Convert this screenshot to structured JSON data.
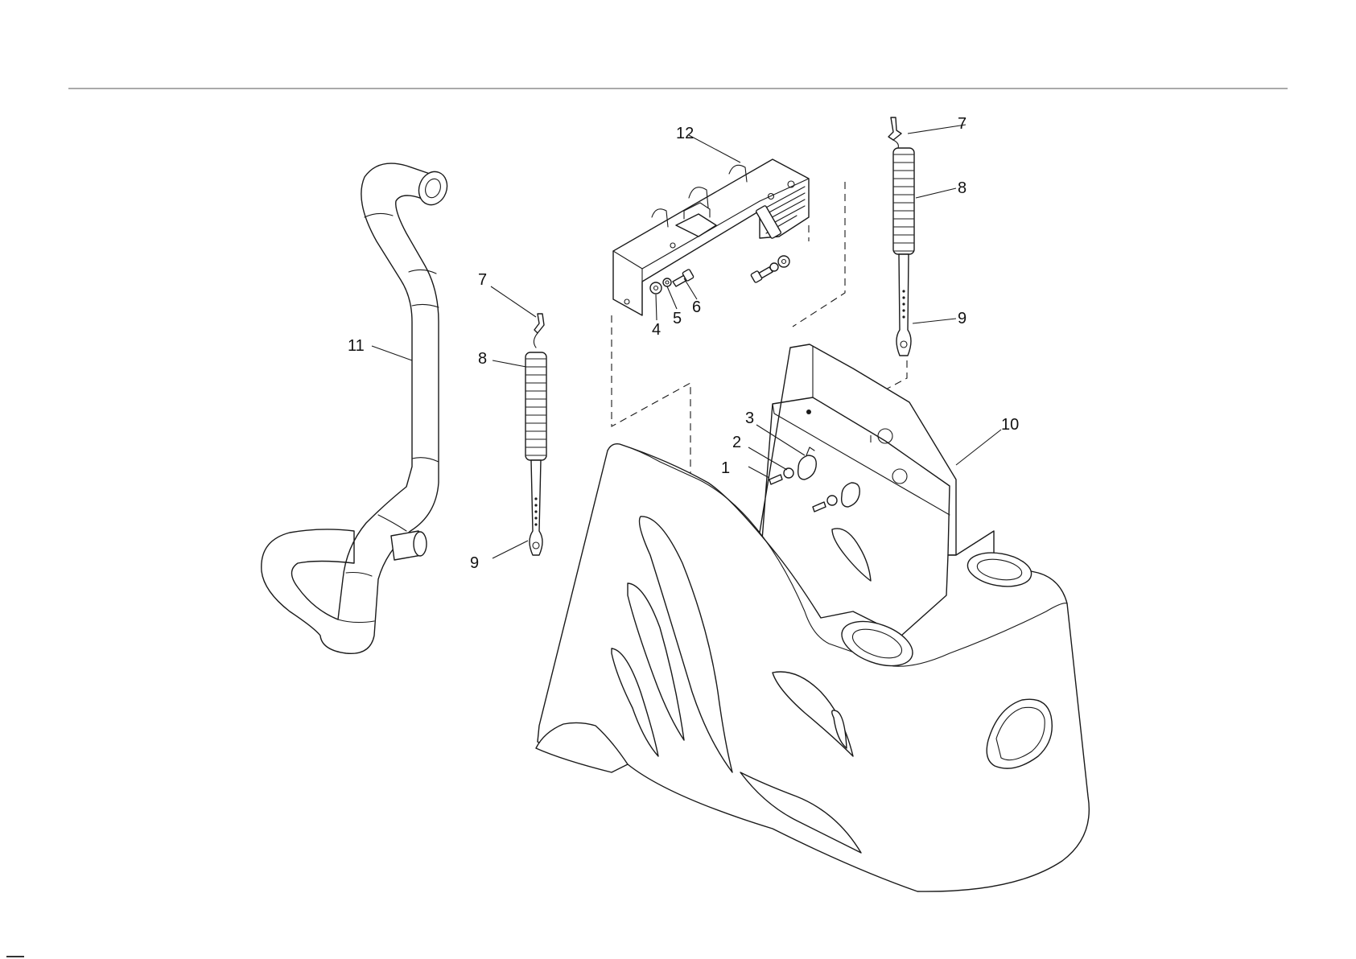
{
  "diagram": {
    "callouts": {
      "c1": "1",
      "c2": "2",
      "c3": "3",
      "c4": "4",
      "c5": "5",
      "c6": "6",
      "c7a": "7",
      "c7b": "7",
      "c8a": "8",
      "c8b": "8",
      "c9a": "9",
      "c9b": "9",
      "c10": "10",
      "c11": "11",
      "c12": "12"
    },
    "colors": {
      "line": "#1a1a1a",
      "background": "#ffffff"
    }
  }
}
